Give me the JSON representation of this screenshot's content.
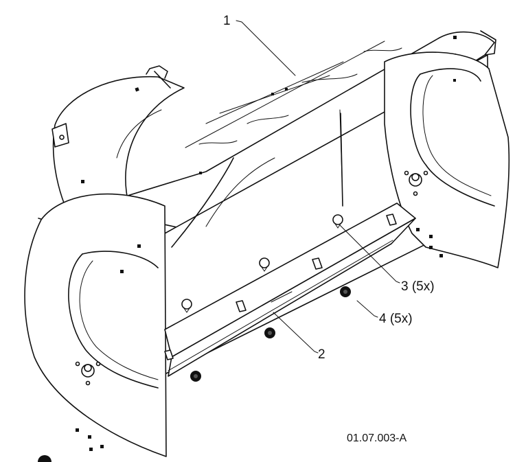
{
  "callouts": [
    {
      "id": "1",
      "text": "1"
    },
    {
      "id": "2",
      "text": "2"
    },
    {
      "id": "3",
      "text": "3 (5x)"
    },
    {
      "id": "4",
      "text": "4 (5x)"
    }
  ],
  "drawing_code": "01.07.003-A",
  "colors": {
    "ink": "#111111",
    "paper": "#ffffff"
  }
}
